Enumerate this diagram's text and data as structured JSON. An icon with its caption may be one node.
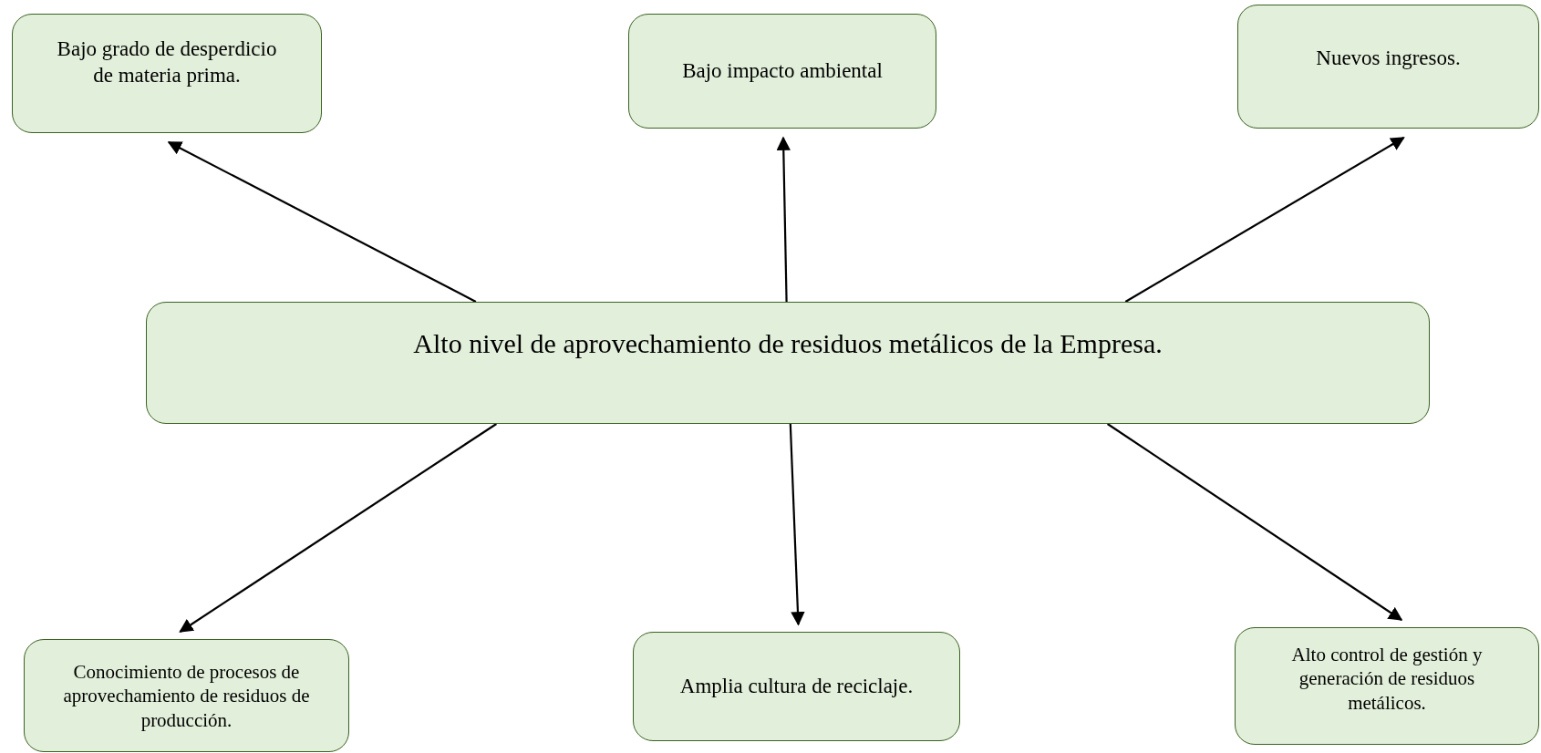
{
  "diagram": {
    "nodes": [
      {
        "text": [
          "Bajo grado de desperdicio de materia prima."
        ]
      },
      {
        "text": [
          "Bajo impacto ambiental"
        ]
      },
      {
        "text": [
          "Nuevos ingresos."
        ]
      },
      {
        "text": [
          "Alto nivel de aprovechamiento de residuos metálicos de la Empresa."
        ]
      },
      {
        "text": [
          "Conocimiento de procesos de aprovechamiento de residuos de producción."
        ]
      },
      {
        "text": [
          "Amplia cultura de reciclaje."
        ]
      },
      {
        "text": [
          "Alto control de gestión y generación de residuos metálicos."
        ]
      }
    ],
    "edges": [
      {
        "from": 3,
        "to": 0,
        "arrow": "to"
      },
      {
        "from": 3,
        "to": 1,
        "arrow": "to"
      },
      {
        "from": 3,
        "to": 2,
        "arrow": "to"
      },
      {
        "from": 3,
        "to": 4,
        "arrow": "to"
      },
      {
        "from": 3,
        "to": 5,
        "arrow": "to"
      },
      {
        "from": 3,
        "to": 6,
        "arrow": "to"
      }
    ]
  }
}
